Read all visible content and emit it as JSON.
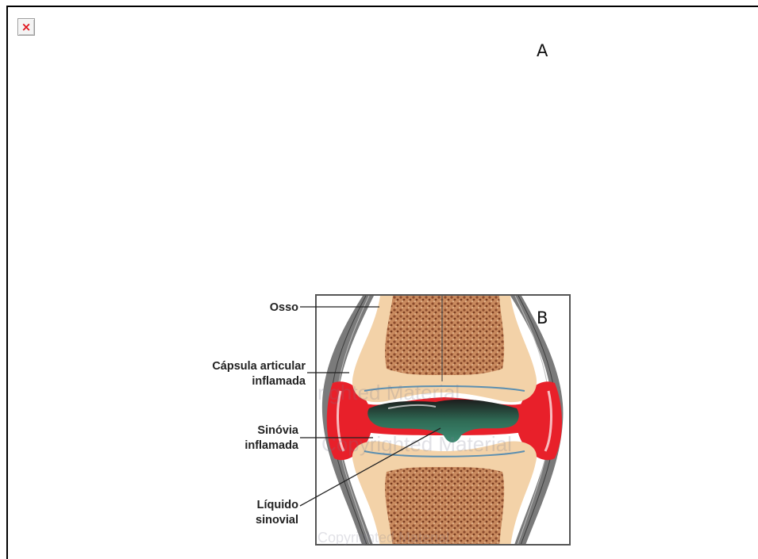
{
  "panels": {
    "letter_a": "A",
    "letter_b": "B"
  },
  "placeholder": {
    "icon": "broken-image-icon",
    "glyph": "×"
  },
  "diagram": {
    "labels": {
      "osso": "Osso",
      "capsula_line1": "Cápsula articular",
      "capsula_line2": "inflamada",
      "sinovia_line1": "Sinóvia",
      "sinovia_line2": "inflamada",
      "liquido_line1": "Líquido",
      "liquido_line2": "sinovial"
    },
    "watermark": [
      "righted Material",
      "Copyrighted Material",
      "Copyrighted Material"
    ],
    "colors": {
      "bone": "#f3d2a8",
      "marrow": "#a8623e",
      "inflamed": "#e8202a",
      "fluid": "#2f6b55",
      "capsule": "#6a6a6a"
    }
  }
}
